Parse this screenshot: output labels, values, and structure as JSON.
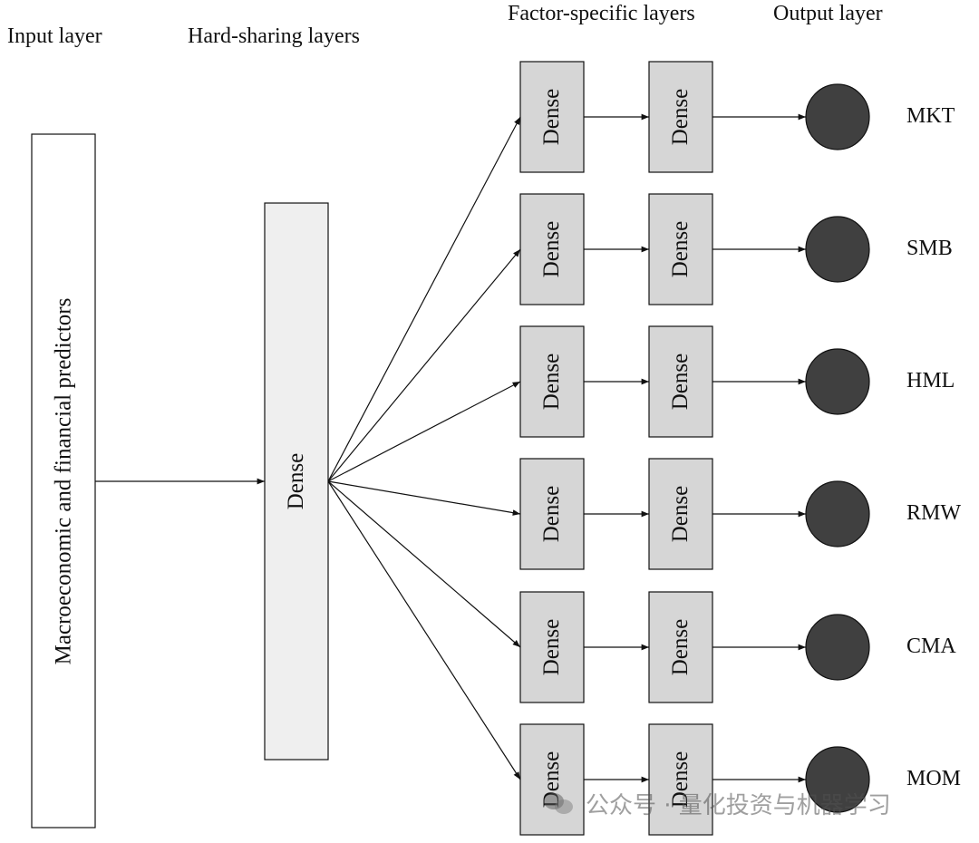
{
  "headers": {
    "input": "Input layer",
    "shared": "Hard-sharing layers",
    "factor": "Factor-specific layers",
    "output": "Output layer"
  },
  "input_box_label": "Macroeconomic  and financial predictors",
  "shared_dense_label": "Dense",
  "dense_label": "Dense",
  "outputs": [
    "MKT",
    "SMB",
    "HML",
    "RMW",
    "CMA",
    "MOM"
  ],
  "watermark": "公众号 · 量化投资与机器学习",
  "colors": {
    "line": "#111111",
    "input_fill": "#ffffff",
    "shared_fill": "#efefef",
    "dense_fill": "#d6d6d6",
    "output_node": "#404040"
  }
}
